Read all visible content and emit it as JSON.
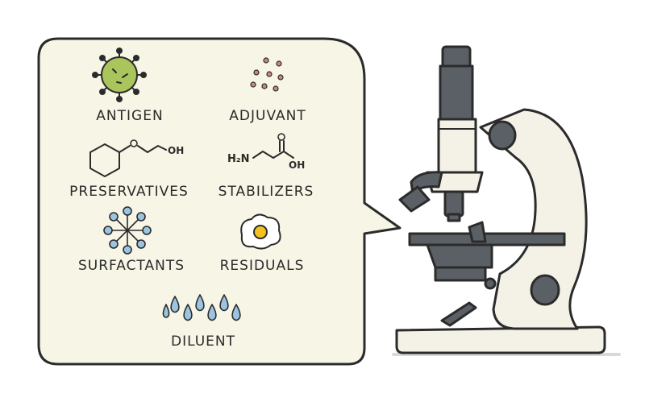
{
  "components": {
    "antigen": "ANTIGEN",
    "adjuvant": "ADJUVANT",
    "preservatives": "PRESERVATIVES",
    "stabilizers": "STABILIZERS",
    "surfactants": "SURFACTANTS",
    "residuals": "RESIDUALS",
    "diluent": "DILUENT"
  },
  "molecule_labels": {
    "oh_left": "OH",
    "h2n": "H₂N",
    "oh_right": "OH"
  },
  "colors": {
    "panel_fill": "#f7f5e6",
    "outline": "#2b2b2b",
    "antigen_green": "#a9c55c",
    "adjuvant_dot": "#c98a7a",
    "surfactant_blue": "#9cc4e0",
    "egg_yolk": "#f4c21f",
    "droplet_blue": "#9cc4e0",
    "microscope_body": "#f4f2e7",
    "microscope_dark": "#5b6066"
  },
  "icons": {
    "antigen": "virus-icon",
    "adjuvant": "particles-icon",
    "preservatives": "cyclohexyl-ether-molecule-icon",
    "stabilizers": "amino-acid-molecule-icon",
    "surfactants": "micelle-icon",
    "residuals": "egg-icon",
    "diluent": "water-drops-icon",
    "instrument": "microscope-icon"
  }
}
